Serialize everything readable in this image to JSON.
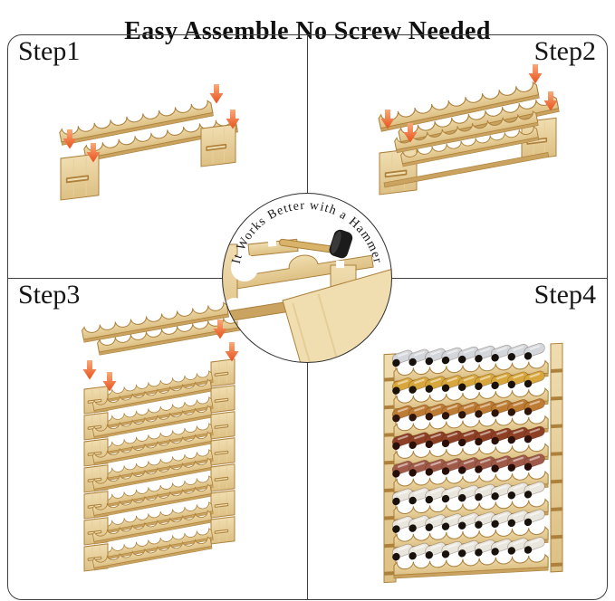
{
  "title": "Easy Assemble No Screw Needed",
  "badge": {
    "text": "It Works Better with a Hammer",
    "tool": "rubber-mallet"
  },
  "steps": [
    {
      "id": 1,
      "label": "Step1",
      "label_position": "top-left",
      "arrow_count": 4
    },
    {
      "id": 2,
      "label": "Step2",
      "label_position": "top-right",
      "arrow_count": 4
    },
    {
      "id": 3,
      "label": "Step3",
      "label_position": "top-left",
      "arrow_count": 4
    },
    {
      "id": 4,
      "label": "Step4",
      "label_position": "top-right",
      "arrow_count": 0
    }
  ],
  "rack": {
    "scallops_per_rail": 9,
    "bottles_per_row": 9,
    "bottle_rows_step4": 8,
    "tiers_assembled_step3": 7
  },
  "bottle_rows": [
    {
      "foil": "silver",
      "foil_color": "#d3d6db",
      "body_color": "#16110d"
    },
    {
      "foil": "gold",
      "foil_color": "#d7a73d",
      "body_color": "#1a1208"
    },
    {
      "foil": "copper",
      "foil_color": "#bd7b33",
      "body_color": "#2f1509"
    },
    {
      "foil": "maroon",
      "foil_color": "#8e4026",
      "body_color": "#2b100a"
    },
    {
      "foil": "rose",
      "foil_color": "#a05a49",
      "body_color": "#260d08"
    },
    {
      "foil": "white-label",
      "foil_color": "#e9e6de",
      "body_color": "#18110c"
    },
    {
      "foil": "white-label",
      "foil_color": "#e9e6de",
      "body_color": "#18110c"
    },
    {
      "foil": "white-label",
      "foil_color": "#e9e6de",
      "body_color": "#18110c"
    }
  ],
  "colors": {
    "background": "#ffffff",
    "border": "#3f3f3f",
    "text": "#161616",
    "arrow": "#e8511c",
    "arrow_light": "#f9ab7a",
    "wood": "#ddc083",
    "wood_light": "#f0ddb0",
    "wood_edge": "#ad813c",
    "wood_shadow": "#c9a35f",
    "mallet_head": "#1b1b1b",
    "mallet_handle": "#d9b36a"
  }
}
